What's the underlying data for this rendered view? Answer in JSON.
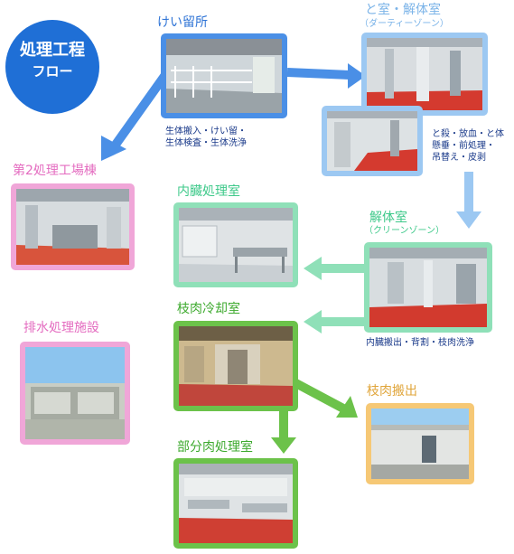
{
  "badge": {
    "line1": "処理工程",
    "line2": "フロー"
  },
  "stations": {
    "keiryusho": {
      "label": "けい留所",
      "note_lines": [
        "生体搬入・けい留・",
        "生体検査・生体洗浄"
      ]
    },
    "toshitsu": {
      "label": "と室・解体室",
      "sublabel": "（ダーティーゾーン）",
      "note_lines": [
        "と殺・放血・と体",
        "懸垂・前処理・",
        "吊替え・皮剥"
      ]
    },
    "kaitaishitsu": {
      "label": "解体室",
      "sublabel": "（クリーンゾーン）",
      "note": "内臓搬出・背割・枝肉洗浄"
    },
    "naizo": {
      "label": "内臓処理室"
    },
    "edaniku_reikyaku": {
      "label": "枝肉冷却室"
    },
    "edaniku_hanshutsu": {
      "label": "枝肉搬出"
    },
    "bubuniku": {
      "label": "部分肉処理室"
    },
    "dai2": {
      "label": "第2処理工場棟"
    },
    "haisui": {
      "label": "排水処理施設"
    }
  },
  "colors": {
    "blue": "#4a8fe6",
    "light_blue": "#9cc8f2",
    "mint": "#8fe0b8",
    "green": "#6cc24a",
    "pink": "#f0a6d8",
    "orange": "#f6c875",
    "badge": "#1f6fd6"
  }
}
